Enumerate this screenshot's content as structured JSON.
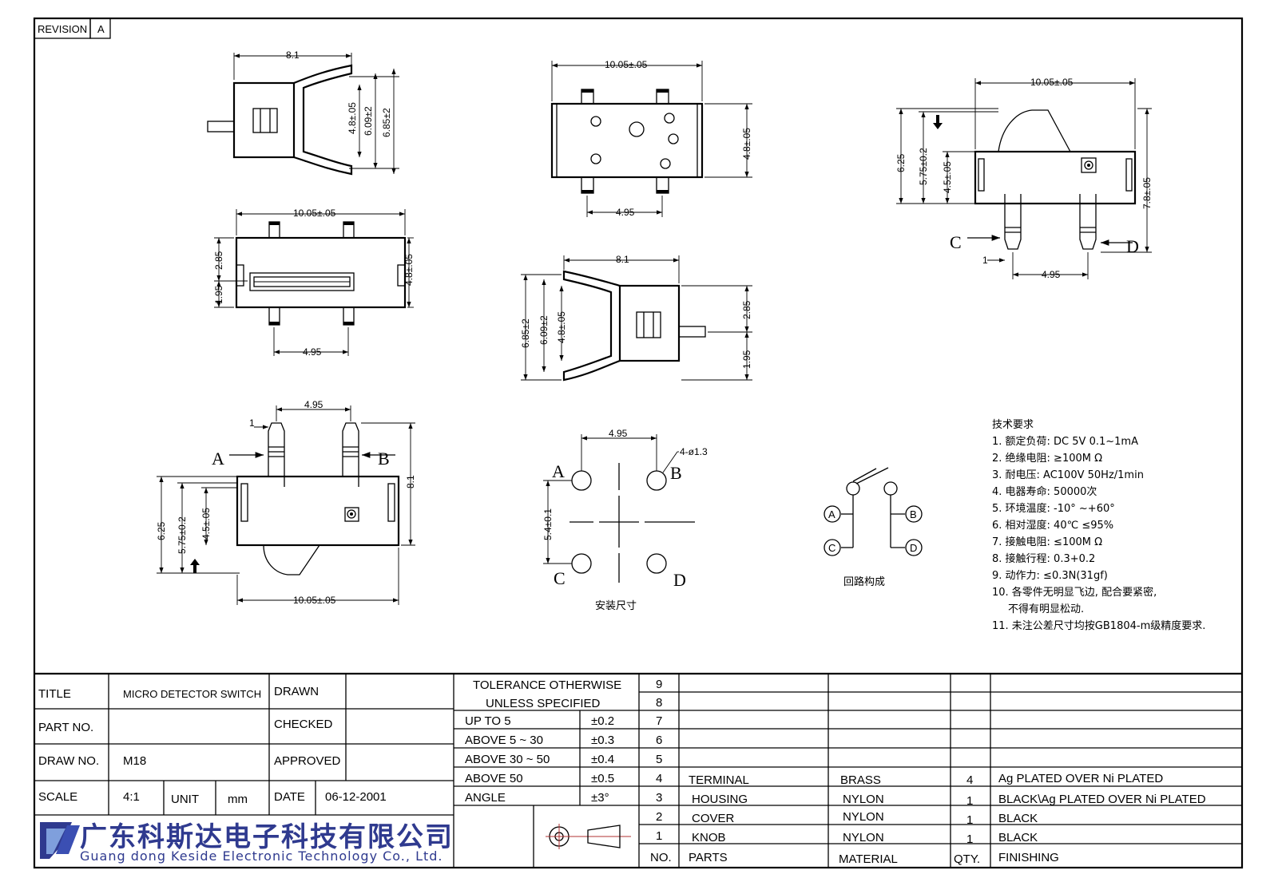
{
  "revision": {
    "label": "REVISION",
    "value": "A"
  },
  "views": {
    "top": {
      "width": "8.1",
      "h1": "4.8±.05",
      "h2": "6.09±2",
      "h3": "6.85±2"
    },
    "front": {
      "width": "10.05±.05",
      "left_top": "2.85",
      "left_bottom": "1.95",
      "right": "4.8±.05",
      "pitch": "4.95"
    },
    "bottom_left": {
      "pitch": "4.95",
      "pin": "1",
      "total": "8.1",
      "d1": "6.25",
      "d2": "5.75±0.2",
      "d3": "4.5±.05",
      "width": "10.05±.05",
      "label_a": "A",
      "label_b": "B"
    },
    "back": {
      "width": "10.05±.05",
      "right": "4.8±.05",
      "pitch": "4.95"
    },
    "side": {
      "width": "8.1",
      "h1": "6.85±2",
      "h2": "6.09±2",
      "h3": "4.8±.05",
      "r1": "2.85",
      "r2": "1.95"
    },
    "bottom_right": {
      "width": "10.05±.05",
      "d1": "6.25",
      "d2": "5.75±0.2",
      "d3": "4.5±.05",
      "total": "7.8±.05",
      "pin": "1",
      "pitch": "4.95",
      "label_c": "C",
      "label_d": "D"
    },
    "pcb": {
      "pitch": "4.95",
      "hole": "4-ø1.3",
      "vpitch": "5.4±0.1",
      "a": "A",
      "b": "B",
      "c": "C",
      "d": "D",
      "caption": "安装尺寸"
    },
    "circuit": {
      "a": "A",
      "b": "B",
      "c": "C",
      "d": "D",
      "caption": "回路构成"
    }
  },
  "notes": {
    "heading": "技术要求",
    "items": [
      "1. 额定负荷: DC 5V  0.1~1mA",
      "2. 绝缘电阻: ≥100M Ω",
      "3. 耐电压: AC100V 50Hz/1min",
      "4. 电器寿命: 50000次",
      "5. 环境温度: -10°  ~+60°",
      "6. 相对湿度: 40℃   ≤95%",
      "7. 接触电阻: ≤100M Ω",
      "8. 接触行程: 0.3+0.2",
      "9. 动作力: ≤0.3N(31gf)",
      "10. 各零件无明显飞边, 配合要紧密,",
      "不得有明显松动.",
      "11. 未注公差尺寸均按GB1804-m级精度要求."
    ]
  },
  "titleblock": {
    "title_label": "TITLE",
    "title_value": "MICRO DETECTOR SWITCH",
    "drawn_label": "DRAWN",
    "part_label": "PART NO.",
    "checked_label": "CHECKED",
    "draw_label": "DRAW NO.",
    "draw_value": "M18",
    "approved_label": "APPROVED",
    "scale_label": "SCALE",
    "scale_value": "4:1",
    "unit_label": "UNIT",
    "unit_value": "mm",
    "date_label": "DATE",
    "date_value": "06-12-2001",
    "tol_heading1": "TOLERANCE OTHERWISE",
    "tol_heading2": "UNLESS SPECIFIED",
    "tolerances": [
      {
        "range": "UP TO 5",
        "value": "±0.2"
      },
      {
        "range": "ABOVE 5 ~ 30",
        "value": "±0.3"
      },
      {
        "range": "ABOVE 30 ~ 50",
        "value": "±0.4"
      },
      {
        "range": "ABOVE 50",
        "value": "±0.5"
      },
      {
        "range": "ANGLE",
        "value": "±3°"
      }
    ],
    "company_cn": "广东科斯达电子科技有限公司",
    "company_en": "Guang dong Keside  Electronic Technology Co., Ltd."
  },
  "bom": {
    "headers": {
      "no": "NO.",
      "parts": "PARTS",
      "material": "MATERIAL",
      "qty": "QTY.",
      "finishing": "FINISHING"
    },
    "empty_rows": [
      "9",
      "8",
      "7",
      "6",
      "5"
    ],
    "rows": [
      {
        "no": "4",
        "parts": "TERMINAL",
        "material": "BRASS",
        "qty": "4",
        "finishing": "Ag PLATED OVER Ni PLATED"
      },
      {
        "no": "3",
        "parts": "HOUSING",
        "material": "NYLON",
        "qty": "1",
        "finishing": "BLACK\\Ag PLATED OVER Ni PLATED"
      },
      {
        "no": "2",
        "parts": "COVER",
        "material": "NYLON",
        "qty": "1",
        "finishing": "BLACK"
      },
      {
        "no": "1",
        "parts": "KNOB",
        "material": "NYLON",
        "qty": "1",
        "finishing": "BLACK"
      }
    ]
  }
}
